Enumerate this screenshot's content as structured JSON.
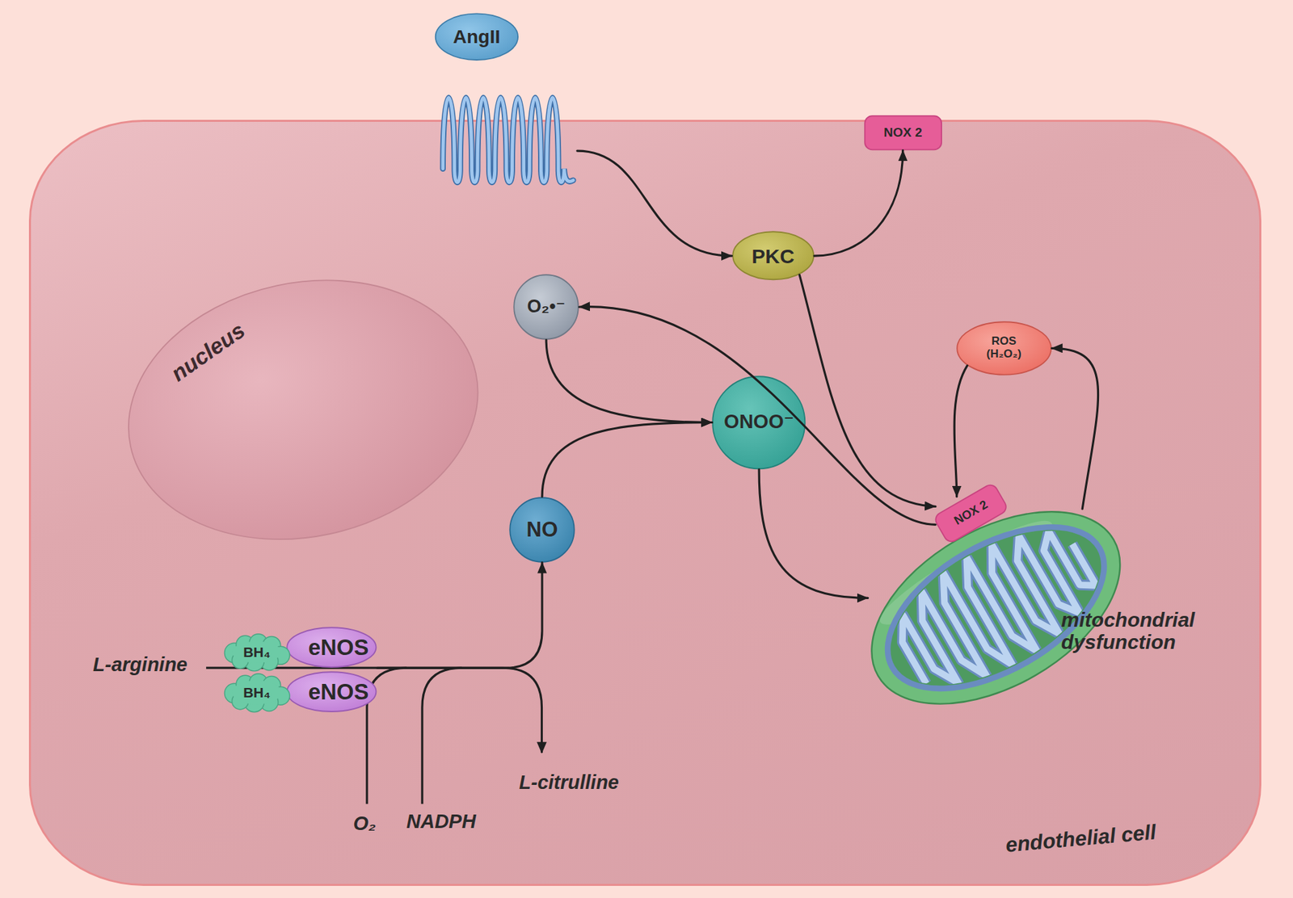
{
  "diagram": {
    "nodes": [
      {
        "text": [
          "endothelial cell"
        ]
      },
      {
        "text": [
          "AngII"
        ]
      },
      {
        "text": [
          "NOX 2"
        ],
        "in": 0
      },
      {
        "text": [
          "PKC"
        ],
        "in": 0
      },
      {
        "text": [
          "nucleus"
        ],
        "in": 0
      },
      {
        "text": [
          "O₂•⁻"
        ],
        "in": 0
      },
      {
        "text": [
          "ROS (H₂O₂)"
        ],
        "in": 0
      },
      {
        "text": [
          "ONOO⁻"
        ],
        "in": 0
      },
      {
        "text": [
          "mitochondrial dysfunction"
        ],
        "in": 0
      },
      {
        "text": [
          "NOX 2"
        ],
        "in": 8
      },
      {
        "text": [
          "NO"
        ],
        "in": 0
      },
      {
        "text": [
          "BH₄"
        ],
        "in": 0
      },
      {
        "text": [
          "eNOS"
        ],
        "in": 0
      },
      {
        "text": [
          "BH₄"
        ],
        "in": 0
      },
      {
        "text": [
          "eNOS"
        ],
        "in": 0
      }
    ],
    "edges": [
      {
        "from": 1,
        "to": 3,
        "arrow": "to"
      },
      {
        "from": 3,
        "to": 2,
        "arrow": "to"
      },
      {
        "from": 3,
        "to": 9,
        "arrow": "to"
      },
      {
        "from": 9,
        "to": 5,
        "arrow": "to"
      },
      {
        "from": 5,
        "to": 7,
        "arrow": "to"
      },
      {
        "from": 10,
        "to": 7,
        "arrow": "to"
      },
      {
        "from": 6,
        "to": 9,
        "arrow": "to"
      },
      {
        "from": 8,
        "to": 6,
        "arrow": "to"
      },
      {
        "from": 7,
        "to": 8,
        "arrow": "to"
      },
      {
        "from": 12,
        "to": 10,
        "arrow": "to"
      }
    ],
    "labels": [
      "L-arginine",
      "O₂",
      "NADPH",
      "L-citrulline"
    ]
  }
}
